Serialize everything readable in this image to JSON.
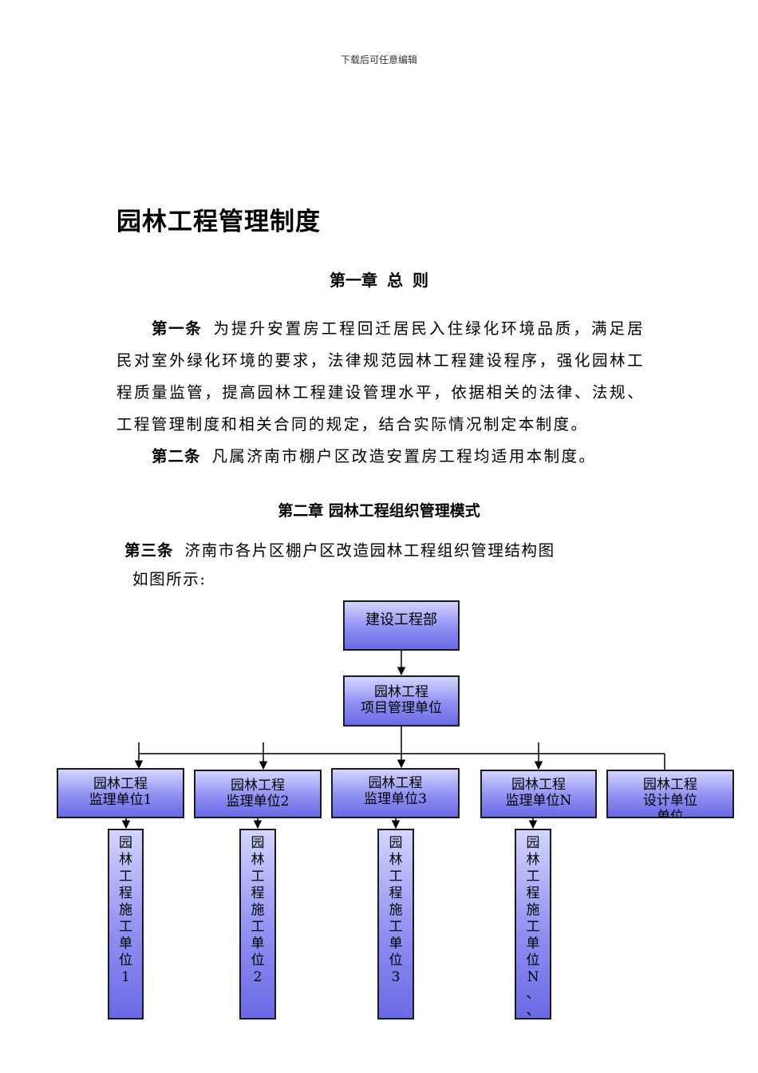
{
  "header_note": "下载后可任意编辑",
  "title": "园林工程管理制度",
  "chapter1": {
    "prefix": "第一章",
    "word1": "总",
    "word2": "则"
  },
  "article1": {
    "label": "第一条",
    "text": "为提升安置房工程回迁居民入住绿化环境品质，满足居民对室外绿化环境的要求，法律规范园林工程建设程序，强化园林工程质量监管，提高园林工程建设管理水平，依据相关的法律、法规、工程管理制度和相关合同的规定，结合实际情况制定本制度。"
  },
  "article2": {
    "label": "第二条",
    "text": "凡属济南市棚户区改造安置房工程均适用本制度。"
  },
  "chapter2": "第二章 园林工程组织管理模式",
  "article3": {
    "label": "第三条",
    "text": "济南市各片区棚户区改造园林工程组织管理结构图",
    "cont": "如图所示:"
  },
  "org_chart": {
    "top": "建设工程部",
    "project_unit": [
      "园林工程",
      "项目管理单位"
    ],
    "supervisors": [
      [
        "园林工程",
        "监理单位1"
      ],
      [
        "园林工程",
        "监理单位2"
      ],
      [
        "园林工程",
        "监理单位3"
      ],
      [
        "园林工程",
        "监理单位N"
      ]
    ],
    "design_unit": [
      "园林工程",
      "设计单位",
      "单位"
    ],
    "construction_units": [
      [
        "园",
        "林",
        "工",
        "程",
        "施",
        "工",
        "单",
        "位",
        "1"
      ],
      [
        "园",
        "林",
        "工",
        "程",
        "施",
        "工",
        "单",
        "位",
        "2"
      ],
      [
        "园",
        "林",
        "工",
        "程",
        "施",
        "工",
        "单",
        "位",
        "3"
      ],
      [
        "园",
        "林",
        "工",
        "程",
        "施",
        "工",
        "单",
        "位",
        "N",
        "、",
        "、"
      ]
    ],
    "colors": {
      "box_light": "#d4d4ff",
      "box_dark": "#6a6ae6",
      "border": "#1a1a1a"
    }
  }
}
